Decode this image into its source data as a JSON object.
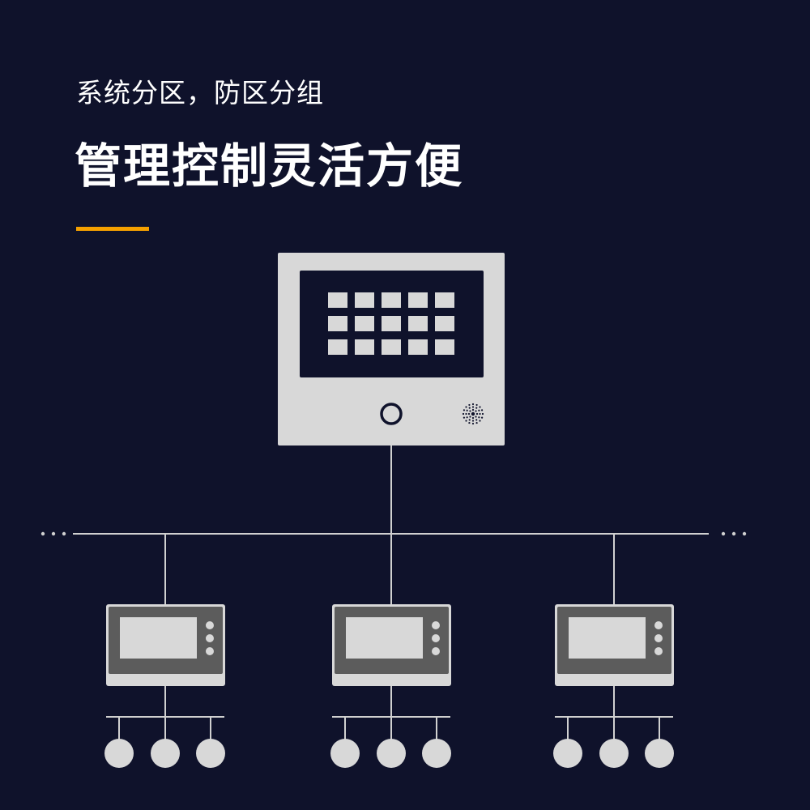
{
  "header": {
    "subtitle": "系统分区，防区分组",
    "title": "管理控制灵活方便"
  },
  "colors": {
    "background": "#0f122b",
    "accent": "#f5a000",
    "device_body": "#d8d8d8",
    "screen": "#0f122b",
    "key": "#d8d8d8",
    "line": "#d0d0d0",
    "node": "#d8d8d8",
    "sub_panel_frame": "#5c5c5c"
  },
  "icons": {
    "main_button": "ring-button-icon",
    "speaker": "speaker-grille-icon",
    "continuation": "ellipsis-icon"
  },
  "diagram": {
    "main_panel": {
      "keypad_rows": 3,
      "keypad_cols": 5
    },
    "sub_panel_count": 3,
    "nodes_per_sub_panel": 3,
    "bus_continues_left": true,
    "bus_continues_right": true
  }
}
